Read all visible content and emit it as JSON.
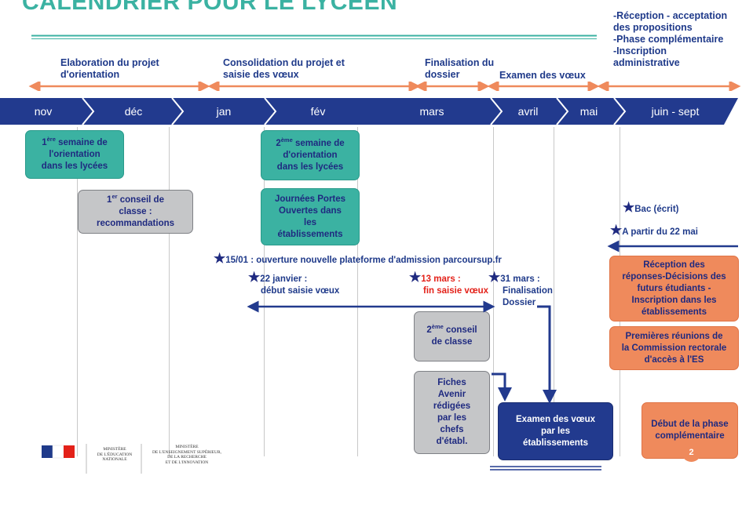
{
  "title": "CALENDRIER POUR LE LYCEEN",
  "top_right_note": [
    "-Réception - acceptation",
    "des propositions",
    "-Phase complémentaire",
    "-Inscription",
    "administrative"
  ],
  "phases": [
    {
      "line1": "Elaboration du projet",
      "line2": "d'orientation"
    },
    {
      "line1": "Consolidation du projet et",
      "line2": "saisie des vœux"
    },
    {
      "line1": "Finalisation du",
      "line2": "dossier"
    },
    {
      "line1": "Examen des vœux",
      "line2": ""
    }
  ],
  "months": [
    "nov",
    "déc",
    "jan",
    "fév",
    "mars",
    "avril",
    "mai",
    "juin - sept"
  ],
  "boxes": {
    "semaine1": {
      "sup_pre": "1",
      "sup": "ère",
      "line1": " semaine de",
      "line2": "l'orientation",
      "line3": "dans les lycées"
    },
    "conseil1": {
      "sup_pre": "1",
      "sup": "er",
      "line1": " conseil de",
      "line2": "classe :",
      "line3": "recommandations"
    },
    "semaine2": {
      "sup_pre": "2",
      "sup": "ème",
      "line1": " semaine de",
      "line2": "d'orientation",
      "line3": "dans les lycées"
    },
    "jpo": {
      "line1": "Journées Portes",
      "line2": "Ouvertes dans",
      "line3": "les",
      "line4": "établissements"
    },
    "conseil2": {
      "sup_pre": "2",
      "sup": "ème",
      "line1": " conseil",
      "line2": "de classe"
    },
    "fiches": {
      "line1": "Fiches",
      "line2": "Avenir",
      "line3": "rédigées",
      "line4": "par les",
      "line5": "chefs",
      "line6": "d'établ."
    },
    "examen": {
      "line1": "Examen des vœux",
      "line2": "par les",
      "line3": "établissements"
    },
    "reception": {
      "line1": "Réception des",
      "line2": "réponses-Décisions des",
      "line3": "futurs étudiants -",
      "line4": "Inscription dans les",
      "line5": "établissements"
    },
    "reunions": {
      "line1": "Premières réunions de",
      "line2": "la Commission rectorale",
      "line3": "d'accès à l'ES"
    },
    "debut": {
      "line1": "Début de la phase",
      "line2": "complémentaire"
    }
  },
  "events": {
    "plateforme": "15/01 : ouverture nouvelle plateforme d'admission parcoursup.fr",
    "janvier_l1": "22 janvier :",
    "janvier_l2": "début saisie vœux",
    "mars13_l1": "13 mars :",
    "mars13_l2": "fin saisie vœux",
    "mars31_l1": "31 mars :",
    "mars31_l2": "Finalisation",
    "mars31_l3": "Dossier",
    "bac": "Bac (écrit)",
    "mai22": "A partir du 22 mai"
  },
  "logo": {
    "left_line1": "MINISTÈRE",
    "left_line2": "DE L'ÉDUCATION",
    "left_line3": "NATIONALE",
    "right_line1": "MINISTÈRE",
    "right_line2": "DE L'ENSEIGNEMENT SUPÉRIEUR,",
    "right_line3": "DE LA RECHERCHE",
    "right_line4": "ET DE L'INNOVATION"
  },
  "page_number": "2",
  "colors": {
    "teal": "#3bb2a2",
    "navy": "#223a8e",
    "orange": "#ef8a5c",
    "grey": "#c5c6c8",
    "red": "#e32119"
  }
}
